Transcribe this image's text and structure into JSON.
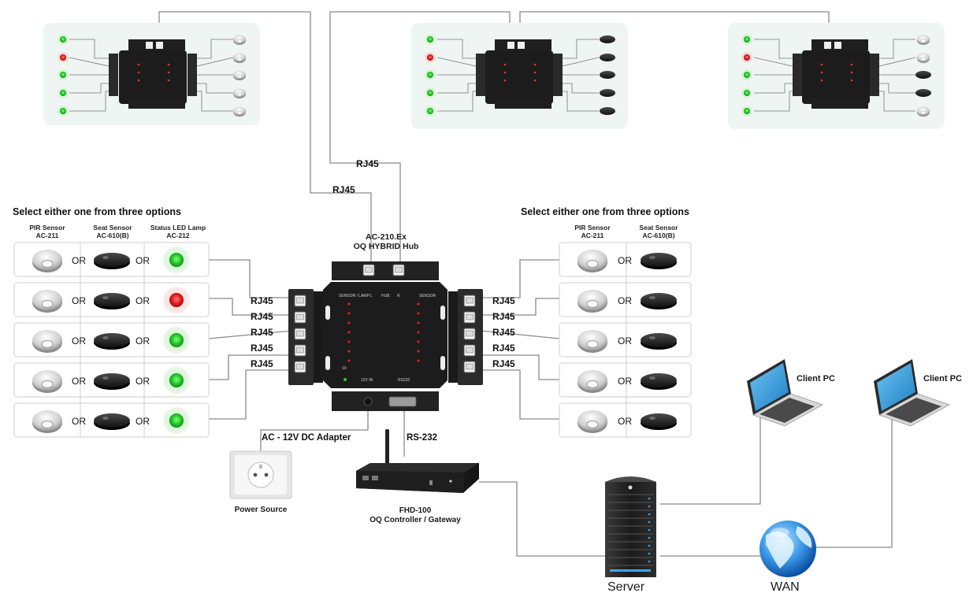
{
  "labels": {
    "rj45": "RJ45",
    "or": "OR",
    "select_left": "Select either one from three options",
    "select_right": "Select either one from three options",
    "pir_sensor": "PIR Sensor",
    "pir_model": "AC-211",
    "seat_sensor": "Seat Sensor",
    "seat_model": "AC-610(B)",
    "status_lamp": "Status LED Lamp",
    "status_model": "AC-212",
    "hub_model": "AC-210.Ex",
    "hub_name": "OQ HYBRID Hub",
    "adapter": "AC - 12V DC Adapter",
    "rs232": "RS-232",
    "power_source": "Power Source",
    "gateway_model": "FHD-100",
    "gateway_name": "OQ Controller / Gateway",
    "server": "Server",
    "wan": "WAN",
    "client_pc": "Client PC",
    "hub_panel": {
      "sensor_lamp": "SENSOR / LAMP",
      "l": "L",
      "hub": "HUB",
      "r": "R",
      "sensor": "SENSOR",
      "v12": "12V IN",
      "rs232": "RS232",
      "ten": "10"
    }
  },
  "left_lamp_states": [
    "green",
    "red",
    "green",
    "green",
    "green"
  ],
  "top_panels": [
    {
      "left_leds": [
        "green",
        "red",
        "green",
        "green",
        "green"
      ],
      "right_devices": [
        "pir",
        "pir",
        "pir",
        "pir",
        "pir"
      ]
    },
    {
      "left_leds": [
        "green",
        "red",
        "green",
        "green",
        "green"
      ],
      "right_devices": [
        "seat",
        "seat",
        "seat",
        "seat",
        "seat"
      ]
    },
    {
      "left_leds": [
        "green",
        "red",
        "green",
        "green",
        "green"
      ],
      "right_devices": [
        "pir",
        "pir",
        "seat",
        "seat",
        "pir"
      ]
    }
  ],
  "colors": {
    "led_green": "#2ecc40",
    "led_red": "#e02020",
    "device_dark": "#1e1e1e",
    "line": "#8a8a8a",
    "panel_bg": "#eef5f3"
  },
  "icons": [
    "pir-sensor-icon",
    "seat-sensor-icon",
    "status-led-icon",
    "power-socket-icon",
    "gateway-icon",
    "server-icon",
    "globe-icon",
    "laptop-icon"
  ]
}
